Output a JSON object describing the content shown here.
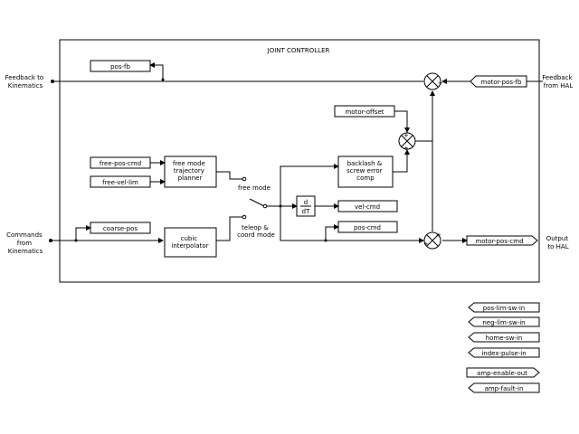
{
  "title": "JOINT CONTROLLER",
  "external": {
    "feedback_to": [
      "Feedback to",
      "Kinematics"
    ],
    "commands_from": [
      "Commands",
      "from",
      "Kinematics"
    ],
    "feedback_from": [
      "Feedback",
      "from HAL"
    ],
    "output_to": [
      "Output",
      "to HAL"
    ]
  },
  "blocks": {
    "pos_fb": "pos-fb",
    "free_pos_cmd": "free-pos-cmd",
    "free_vel_lim": "free-vel-lim",
    "planner": [
      "free mode",
      "trajectory",
      "planner"
    ],
    "coarse_pos": "coarse-pos",
    "interpolator": [
      "cubic",
      "interpolator"
    ],
    "motor_offset": "motor-offset",
    "backlash": [
      "backlash &",
      "screw error",
      "comp"
    ],
    "deriv_num": "d",
    "deriv_den": "dT",
    "vel_cmd": "vel-cmd",
    "pos_cmd": "pos-cmd"
  },
  "switch_labels": {
    "free_mode": "free mode",
    "teleop": [
      "teleop &",
      "coord mode"
    ]
  },
  "pins": {
    "motor_pos_fb": "motor-pos-fb",
    "motor_pos_cmd": "motor-pos-cmd"
  },
  "hal_pins": [
    {
      "label": "pos-lim-sw-in",
      "dir": "in"
    },
    {
      "label": "neg-lim-sw-in",
      "dir": "in"
    },
    {
      "label": "home-sw-in",
      "dir": "in"
    },
    {
      "label": "index-pulse-in",
      "dir": "in"
    },
    {
      "label": "amp-enable-out",
      "dir": "out"
    },
    {
      "label": "amp-fault-in",
      "dir": "in"
    }
  ]
}
